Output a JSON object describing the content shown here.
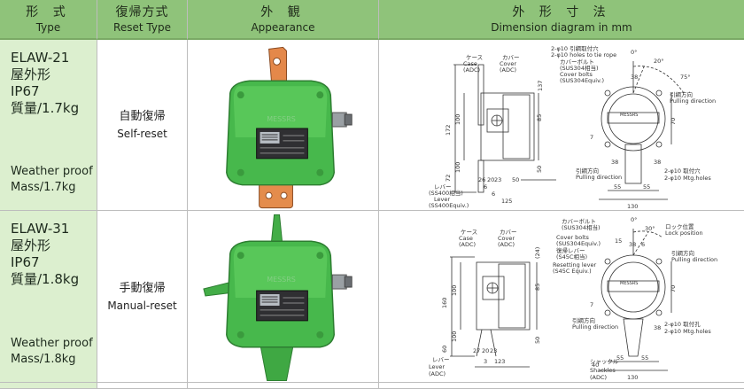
{
  "header": {
    "type_jp": "形 式",
    "type_en": "Type",
    "reset_jp": "復帰方式",
    "reset_en": "Reset Type",
    "appearance_jp": "外 観",
    "appearance_en": "Appearance",
    "dimension_jp": "外 形 寸 法",
    "dimension_en": "Dimension diagram in mm"
  },
  "rows": [
    {
      "model": "ELAW-21",
      "line2": "屋外形",
      "rating": "IP67",
      "mass_jp": "質量/1.7kg",
      "weather": "Weather proof",
      "mass_en": "Mass/1.7kg",
      "reset_jp": "自動復帰",
      "reset_en": "Self-reset",
      "nameplate": "MESSRS",
      "dims": {
        "case": "ケース",
        "case_en": "Case",
        "case_mat": "(ADC)",
        "cover": "カバー",
        "cover_en": "Cover",
        "cover_mat": "(ADC)",
        "lever": "レバー",
        "lever_spec": "(SS400相当)",
        "lever_en": "Lever",
        "lever_en_spec": "(SS400Equiv.)",
        "holes_jp": "2-φ10 引綱取付穴",
        "holes_en": "2-φ10 holes to tie rope",
        "bolt_jp": "カバーボルト",
        "bolt_spec": "(SUS304相当)",
        "bolt_en": "Cover bolts",
        "bolt_en_spec": "(SUS304Equiv.)",
        "pull_jp": "引綱方向",
        "pull_en": "Pulling direction",
        "mtg_jp": "2-φ10 取付穴",
        "mtg_en": "2-φ10 Mtg.holes",
        "n137": "137",
        "n172": "172",
        "n100a": "100",
        "n100b": "100",
        "n72": "72",
        "n85": "85",
        "n50a": "50",
        "n26": "26",
        "n20": "20",
        "n23": "23",
        "n50b": "50",
        "n6a": "6",
        "n6b": "6",
        "n125": "125",
        "a0": "0°",
        "a20": "20°",
        "a75": "75°",
        "n38a": "38",
        "n38b": "38",
        "n38c": "38",
        "n7": "7",
        "n70": "70",
        "n55a": "55",
        "n55b": "55",
        "n130": "130"
      }
    },
    {
      "model": "ELAW-31",
      "line2": "屋外形",
      "rating": "IP67",
      "mass_jp": "質量/1.8kg",
      "weather": "Weather proof",
      "mass_en": "Mass/1.8kg",
      "reset_jp": "手動復帰",
      "reset_en": "Manual-reset",
      "nameplate": "MESSRS",
      "dims": {
        "case": "ケース",
        "case_en": "Case",
        "case_mat": "(ADC)",
        "cover": "カバー",
        "cover_en": "Cover",
        "cover_mat": "(ADC)",
        "lever": "レバー",
        "lever_en": "Lever",
        "lever_mat": "(ADC)",
        "bolt_jp": "カバーボルト",
        "bolt_spec": "(SUS304相当)",
        "bolt_en": "Cover bolts",
        "bolt_en_spec": "(SUS304Equiv.)",
        "rlever_jp": "復帰レバー",
        "rlever_spec": "(S45C相当)",
        "rlever_en": "Resetting lever",
        "rlever_en_spec": "(S45C Equiv.)",
        "lock_jp": "ロック位置",
        "lock_en": "Lock position",
        "pull_jp": "引綱方向",
        "pull_en": "Pulling direction",
        "mtg_jp": "2-φ10 取付孔",
        "mtg_en": "2-φ10 Mtg.holes",
        "shackle_jp": "シャックル",
        "shackle_en": "Shackles",
        "shackle_mat": "(ADC)",
        "n24": "(24)",
        "n160": "160",
        "n100a": "100",
        "n100b": "100",
        "n60": "60",
        "n85": "85",
        "n50a": "50",
        "n27": "27",
        "n20": "20",
        "n23": "23",
        "n3": "3",
        "n123": "123",
        "a0": "0°",
        "a30": "30°",
        "n15": "15",
        "n6": "6",
        "n38a": "38",
        "n38b": "38",
        "n7": "7",
        "n70": "70",
        "n40": "40",
        "n55a": "55",
        "n55b": "55",
        "n130": "130"
      }
    }
  ]
}
